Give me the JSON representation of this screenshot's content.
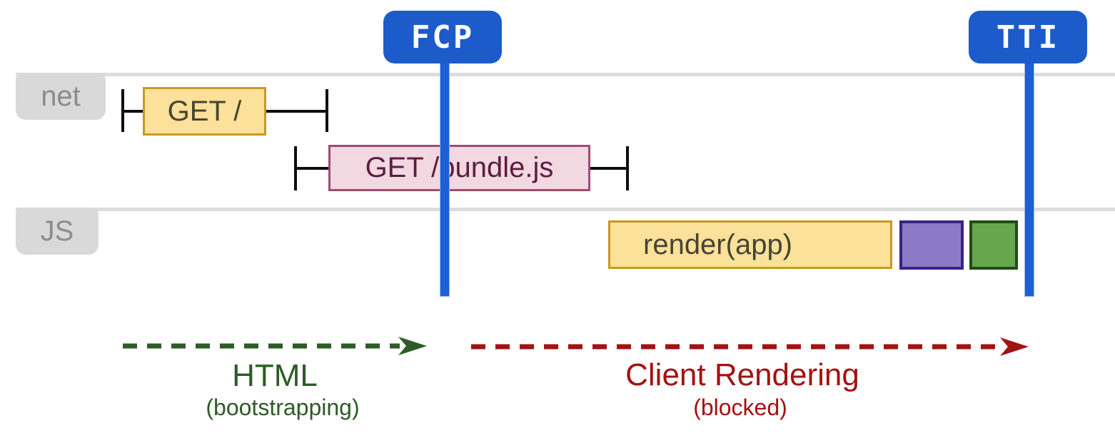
{
  "badges": {
    "fcp": {
      "label": "FCP"
    },
    "tti": {
      "label": "TTI"
    }
  },
  "lanes": {
    "net": {
      "label": "net"
    },
    "js": {
      "label": "JS"
    }
  },
  "net_lane": {
    "get_root": {
      "label": "GET /"
    },
    "get_bundle": {
      "label": "GET /bundle.js"
    }
  },
  "js_lane": {
    "render": {
      "label": "render(app)"
    },
    "purple_task": {
      "label": ""
    },
    "green_task": {
      "label": ""
    }
  },
  "phases": {
    "html": {
      "title": "HTML",
      "subtitle": "(bootstrapping)"
    },
    "client": {
      "title": "Client Rendering",
      "subtitle": "(blocked)"
    }
  },
  "colors": {
    "badge_bg": "#1d5bcb",
    "badge_text": "#ffffff",
    "timeline_blue": "#1d5fd4",
    "lane_line": "#dcdcdc",
    "lane_label_bg": "#d9d9d9",
    "lane_label_text": "#8c8c8c",
    "yellow_fill": "#fbe199",
    "yellow_border": "#c9991a",
    "yellow_text": "#474433",
    "pink_fill": "#f2d8e1",
    "pink_border": "#9d4b72",
    "pink_text": "#5e1d3f",
    "purple_fill": "#8d7ac6",
    "purple_border": "#3a2386",
    "green_fill": "#66a74d",
    "green_border": "#224c14",
    "whisker": "#0d0d0d",
    "html_phase": "#2e5b27",
    "client_phase": "#a31212"
  }
}
